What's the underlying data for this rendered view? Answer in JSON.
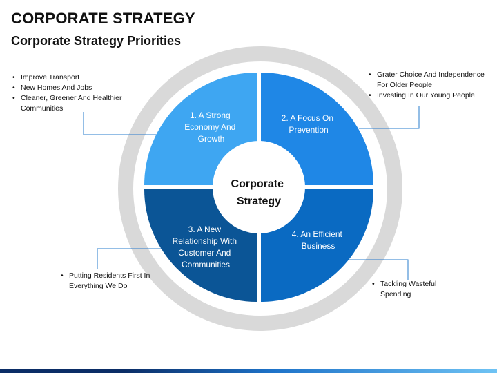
{
  "title": "CORPORATE STRATEGY",
  "subtitle": "Corporate Strategy Priorities",
  "center_label": [
    "Corporate",
    "Strategy"
  ],
  "colors": {
    "q1": "#3ea6f2",
    "q2": "#1f87e6",
    "q3": "#0b5596",
    "q4": "#0a6ac2",
    "outer_ring": "#d9d9d9",
    "connector": "#2a7ccd"
  },
  "quadrants": [
    {
      "lines": [
        "1. A Strong",
        "Economy And",
        "Growth"
      ]
    },
    {
      "lines": [
        "2. A Focus On",
        "Prevention"
      ]
    },
    {
      "lines": [
        "3. A New",
        "Relationship With",
        "Customer And",
        "Communities"
      ]
    },
    {
      "lines": [
        "4. An Efficient",
        "Business"
      ]
    }
  ],
  "notes": {
    "top_left": [
      "Improve Transport",
      "New Homes And Jobs",
      "Cleaner, Greener And Healthier Communities"
    ],
    "top_right": [
      "Grater Choice And Independence For Older People",
      "Investing In Our Young People"
    ],
    "bottom_left": [
      "Putting Residents First In Everything We Do"
    ],
    "bottom_right": [
      "Tackling Wasteful Spending"
    ]
  }
}
